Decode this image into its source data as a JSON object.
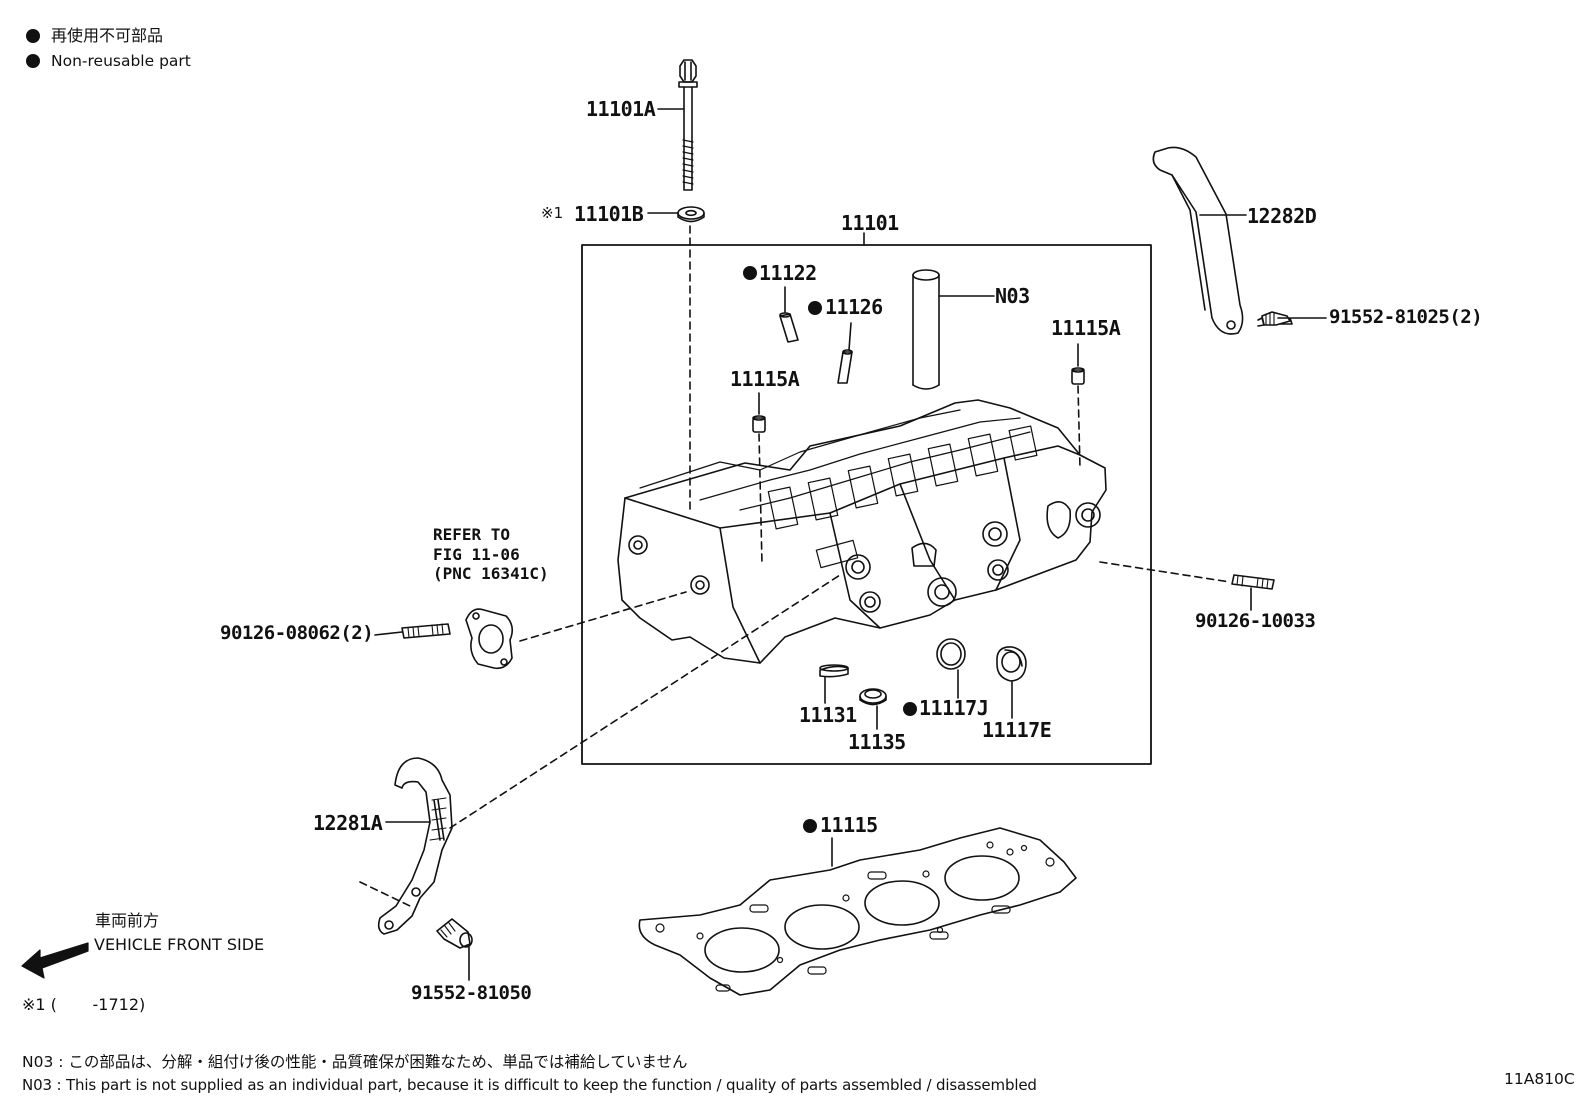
{
  "legend": {
    "jp": "再使用不可部品",
    "en": "Non-reusable part"
  },
  "parts": {
    "p11101A": "11101A",
    "p11101B": "11101B",
    "p11101B_mark": "※1",
    "p11101": "11101",
    "p11122": "11122",
    "p11126": "11126",
    "pN03": "N03",
    "p11115A_left": "11115A",
    "p11115A_right": "11115A",
    "p12282D": "12282D",
    "p91552_81025": "91552-81025(2)",
    "p90126_08062": "90126-08062(2)",
    "p90126_10033": "90126-10033",
    "p11131": "11131",
    "p11135": "11135",
    "p11117J": "11117J",
    "p11117E": "11117E",
    "p12281A": "12281A",
    "p11115": "11115",
    "p91552_81050": "91552-81050"
  },
  "refer": {
    "line1": "REFER TO",
    "line2": "FIG 11-06",
    "line3": "(PNC 16341C)"
  },
  "front": {
    "jp": "車両前方",
    "en": "VEHICLE FRONT SIDE"
  },
  "footnote": "※1 (       -1712)",
  "notes": {
    "jp": "N03 : この部品は、分解・組付け後の性能・品質確保が困難なため、単品では補給していません",
    "en": "N03 : This part is not supplied as an individual part, because it is difficult to keep the function / quality of parts  assembled / disassembled"
  },
  "figure_code": "11A810C"
}
